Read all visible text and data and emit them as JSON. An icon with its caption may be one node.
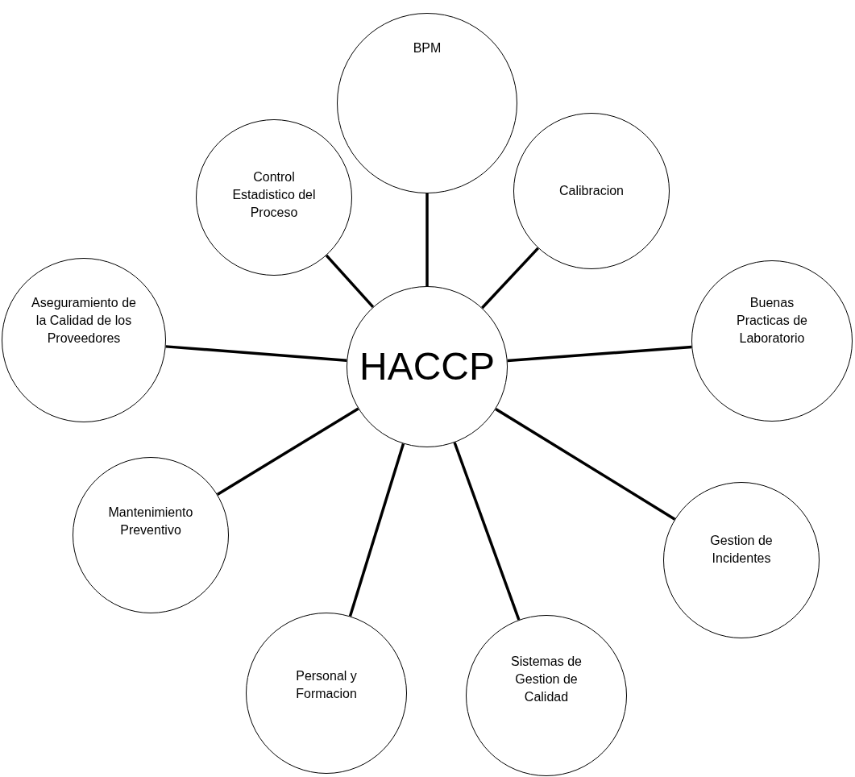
{
  "diagram": {
    "nodes": [
      {
        "text": [
          "BPM"
        ]
      },
      {
        "text": [
          "Control Estadistico del Proceso"
        ]
      },
      {
        "text": [
          "Calibracion"
        ]
      },
      {
        "text": [
          "Aseguramiento de la Calidad de los Proveedores"
        ]
      },
      {
        "text": [
          "HACCP"
        ]
      },
      {
        "text": [
          "Buenas Practicas de Laboratorio"
        ]
      },
      {
        "text": [
          "Mantenimiento Preventivo"
        ]
      },
      {
        "text": [
          "Gestion de Incidentes"
        ]
      },
      {
        "text": [
          "Personal y Formacion"
        ]
      },
      {
        "text": [
          "Sistemas de Gestion de Calidad"
        ]
      }
    ],
    "edges": [
      {
        "from": 4,
        "to": 0,
        "arrow": "none"
      },
      {
        "from": 4,
        "to": 1,
        "arrow": "none"
      },
      {
        "from": 4,
        "to": 2,
        "arrow": "none"
      },
      {
        "from": 4,
        "to": 3,
        "arrow": "none"
      },
      {
        "from": 4,
        "to": 5,
        "arrow": "none"
      },
      {
        "from": 4,
        "to": 6,
        "arrow": "none"
      },
      {
        "from": 4,
        "to": 7,
        "arrow": "none"
      },
      {
        "from": 4,
        "to": 8,
        "arrow": "none"
      },
      {
        "from": 4,
        "to": 9,
        "arrow": "none"
      }
    ]
  }
}
